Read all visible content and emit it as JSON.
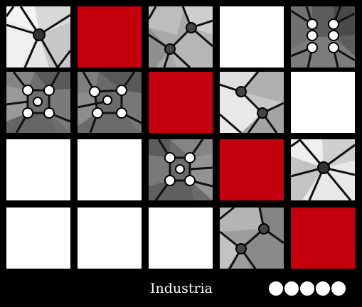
{
  "game": {
    "title": "Industria",
    "remaining_pips": 5
  },
  "palette": {
    "red": "#c4000f",
    "blank": "#ffffff",
    "background": "#000000"
  },
  "board": {
    "rows": 4,
    "cols": 5,
    "tiles": [
      [
        "art-hub-light",
        "red",
        "art-pipe-gray",
        "blank",
        "art-six-nodes-dark"
      ],
      [
        "art-ring-dark",
        "art-cluster-dark",
        "red",
        "art-pipe-light",
        "blank"
      ],
      [
        "blank",
        "blank",
        "art-ring-dark",
        "red",
        "art-hub-light"
      ],
      [
        "blank",
        "blank",
        "blank",
        "art-pipe-gray",
        "red"
      ]
    ]
  }
}
